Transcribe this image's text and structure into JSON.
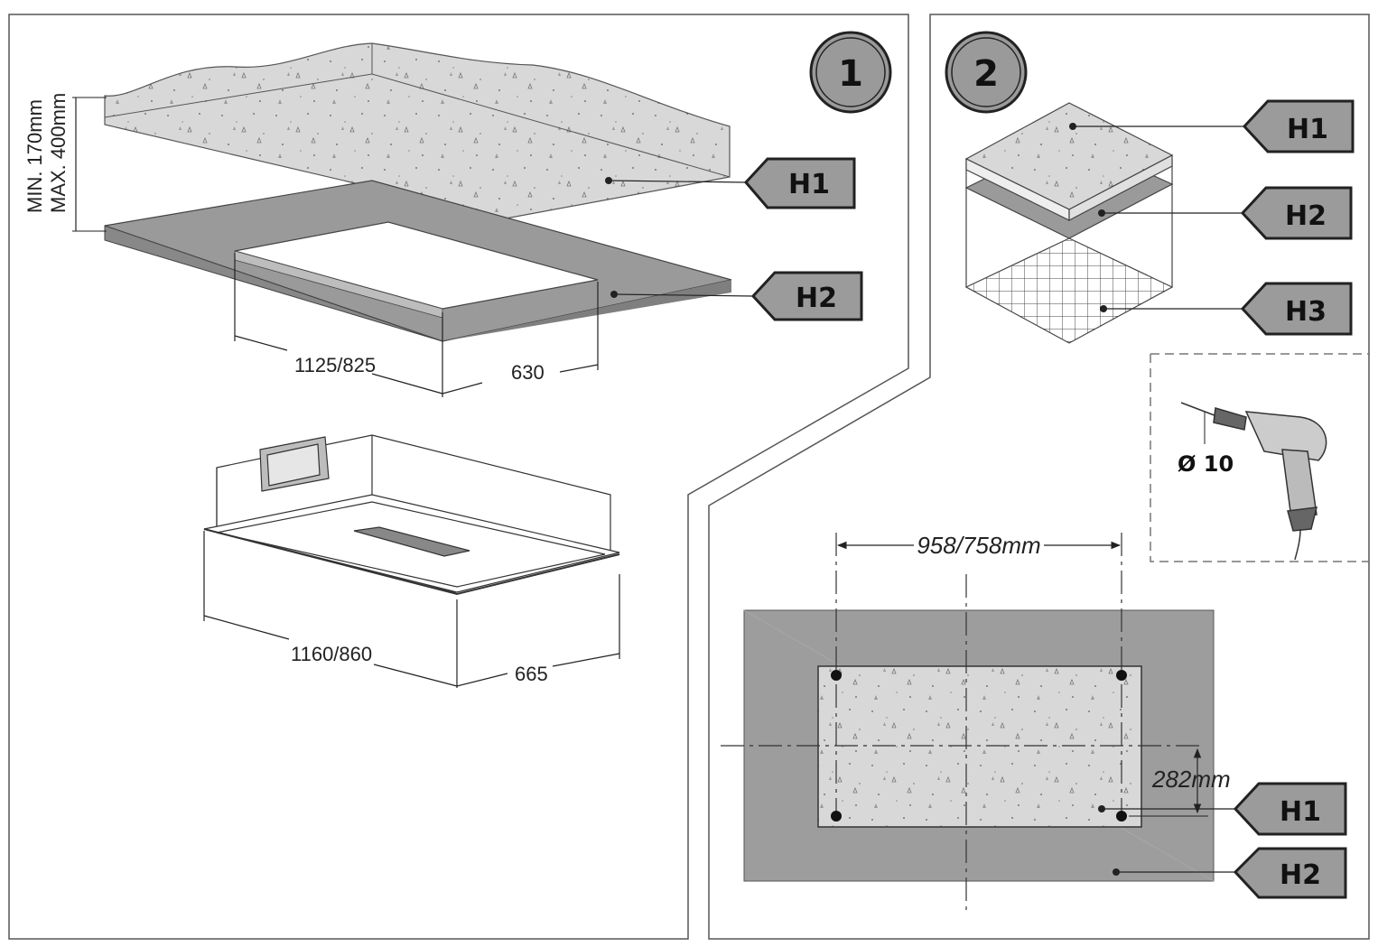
{
  "panel1": {
    "step": "1",
    "vertical_dims": [
      "MIN. 170mm",
      "MAX. 400mm"
    ],
    "cutout_length": "1125/825",
    "cutout_width": "630",
    "unit_length": "1160/860",
    "unit_width": "665",
    "labels": [
      "H1",
      "H2"
    ]
  },
  "panel2": {
    "step": "2",
    "layer_labels": [
      "H1",
      "H2",
      "H3"
    ],
    "drill_label": "Ø 10",
    "hole_spacing": "958/758mm",
    "hole_offset": "282mm",
    "plan_labels": [
      "H1",
      "H2"
    ]
  },
  "colors": {
    "concrete": "#d6d6d6",
    "board": "#9a9a9a",
    "tag_fill": "#9b9b9b",
    "line": "#333333"
  }
}
